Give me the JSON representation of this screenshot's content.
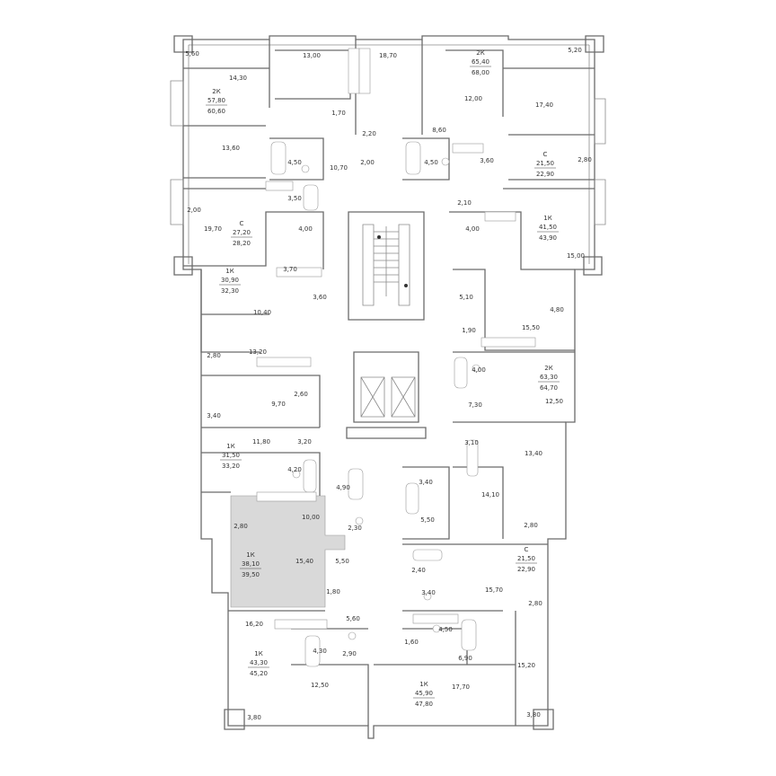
{
  "colors": {
    "walls": "#6b6b6b",
    "highlight_fill": "#d9d9d9",
    "text": "#333333",
    "background": "#ffffff"
  },
  "room_areas": [
    "5,60",
    "14,30",
    "13,00",
    "18,70",
    "5,20",
    "12,00",
    "17,40",
    "1,70",
    "2,20",
    "8,60",
    "13,60",
    "4,50",
    "10,70",
    "2,00",
    "4,50",
    "3,60",
    "2,80",
    "2,00",
    "3,50",
    "2,10",
    "19,70",
    "4,00",
    "4,00",
    "15,00",
    "3,70",
    "3,60",
    "10,40",
    "5,10",
    "4,80",
    "1,90",
    "15,50",
    "13,20",
    "2,80",
    "4,00",
    "12,50",
    "2,60",
    "9,70",
    "3,40",
    "7,30",
    "11,80",
    "3,20",
    "3,10",
    "13,40",
    "4,20",
    "4,90",
    "3,40",
    "14,10",
    "10,00",
    "2,80",
    "5,50",
    "2,30",
    "2,80",
    "15,40",
    "5,50",
    "2,40",
    "15,70",
    "1,80",
    "3,40",
    "2,80",
    "5,60",
    "16,20",
    "4,30",
    "1,60",
    "4,50",
    "2,90",
    "6,90",
    "15,20",
    "12,50",
    "17,70",
    "3,80",
    "3,80"
  ],
  "apartments": [
    {
      "type": "2К",
      "living": "57,80",
      "total": "60,60"
    },
    {
      "type": "2К",
      "living": "65,40",
      "total": "68,00"
    },
    {
      "type": "С",
      "living": "21,50",
      "total": "22,90"
    },
    {
      "type": "С",
      "living": "27,20",
      "total": "28,20"
    },
    {
      "type": "1К",
      "living": "41,50",
      "total": "43,90"
    },
    {
      "type": "1К",
      "living": "30,90",
      "total": "32,30"
    },
    {
      "type": "2К",
      "living": "63,30",
      "total": "64,70"
    },
    {
      "type": "1К",
      "living": "31,50",
      "total": "33,20"
    },
    {
      "type": "1К",
      "living": "38,10",
      "total": "39,50"
    },
    {
      "type": "С",
      "living": "21,50",
      "total": "22,90"
    },
    {
      "type": "1К",
      "living": "43,30",
      "total": "45,20"
    },
    {
      "type": "1К",
      "living": "45,90",
      "total": "47,80"
    }
  ]
}
